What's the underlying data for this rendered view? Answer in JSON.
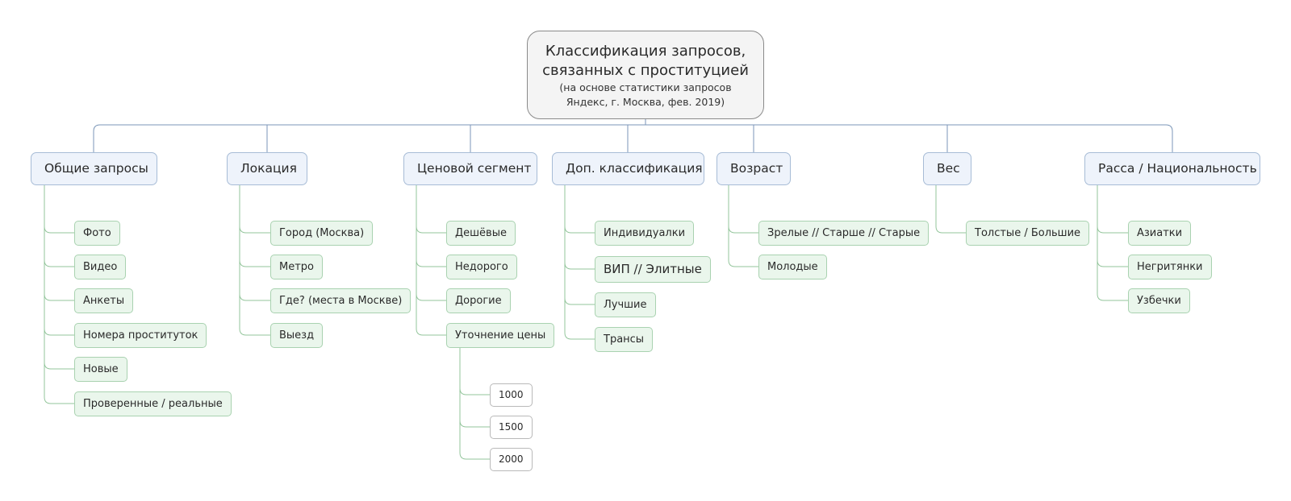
{
  "root": {
    "title_line1": "Классификация запросов,",
    "title_line2": "связанных с проституцией",
    "subtitle_line1": "(на основе статистики запросов",
    "subtitle_line2": "Яндекс, г. Москва, фев. 2019)"
  },
  "categories": [
    {
      "label": "Общие запросы",
      "items": [
        "Фото",
        "Видео",
        "Анкеты",
        "Номера проституток",
        "Новые",
        "Проверенные / реальные"
      ]
    },
    {
      "label": "Локация",
      "items": [
        "Город (Москва)",
        "Метро",
        "Где? (места в Москве)",
        "Выезд"
      ]
    },
    {
      "label": "Ценовой сегмент",
      "items": [
        "Дешёвые",
        "Недорого",
        "Дорогие",
        "Уточнение цены"
      ],
      "price_values": [
        "1000",
        "1500",
        "2000"
      ]
    },
    {
      "label": "Доп. классификация",
      "items": [
        "Индивидуалки",
        "ВИП // Элитные",
        "Лучшие",
        "Трансы"
      ]
    },
    {
      "label": "Возраст",
      "items": [
        "Зрелые // Старше // Старые",
        "Молодые"
      ]
    },
    {
      "label": "Вес",
      "items": [
        "Толстые / Большие"
      ]
    },
    {
      "label": "Расса / Национальность",
      "items": [
        "Азиатки",
        "Негритянки",
        "Узбечки"
      ]
    }
  ],
  "colors": {
    "root_fill": "#f4f4f4",
    "root_border": "#8a8a8a",
    "category_fill": "#eef3fb",
    "category_border": "#a7bcd6",
    "leaf_fill": "#eaf6ec",
    "leaf_border": "#a9d2b0",
    "value_fill": "#ffffff",
    "value_border": "#b9b9b9",
    "root_connector": "#7b96b8",
    "leaf_connector": "#93c59b"
  }
}
